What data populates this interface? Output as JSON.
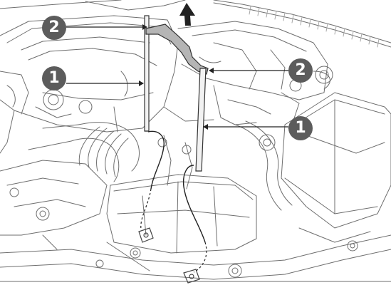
{
  "callouts": [
    {
      "id": "left-lower",
      "label": "1"
    },
    {
      "id": "left-upper",
      "label": "2"
    },
    {
      "id": "right-upper",
      "label": "2"
    },
    {
      "id": "right-lower",
      "label": "1"
    }
  ],
  "colors": {
    "background": "#ffffff",
    "line": "#6e6e6e",
    "light_line": "#a8a8a8",
    "cable": "#222222",
    "callout_fill": "#5c5c5c",
    "callout_text": "#ffffff"
  }
}
